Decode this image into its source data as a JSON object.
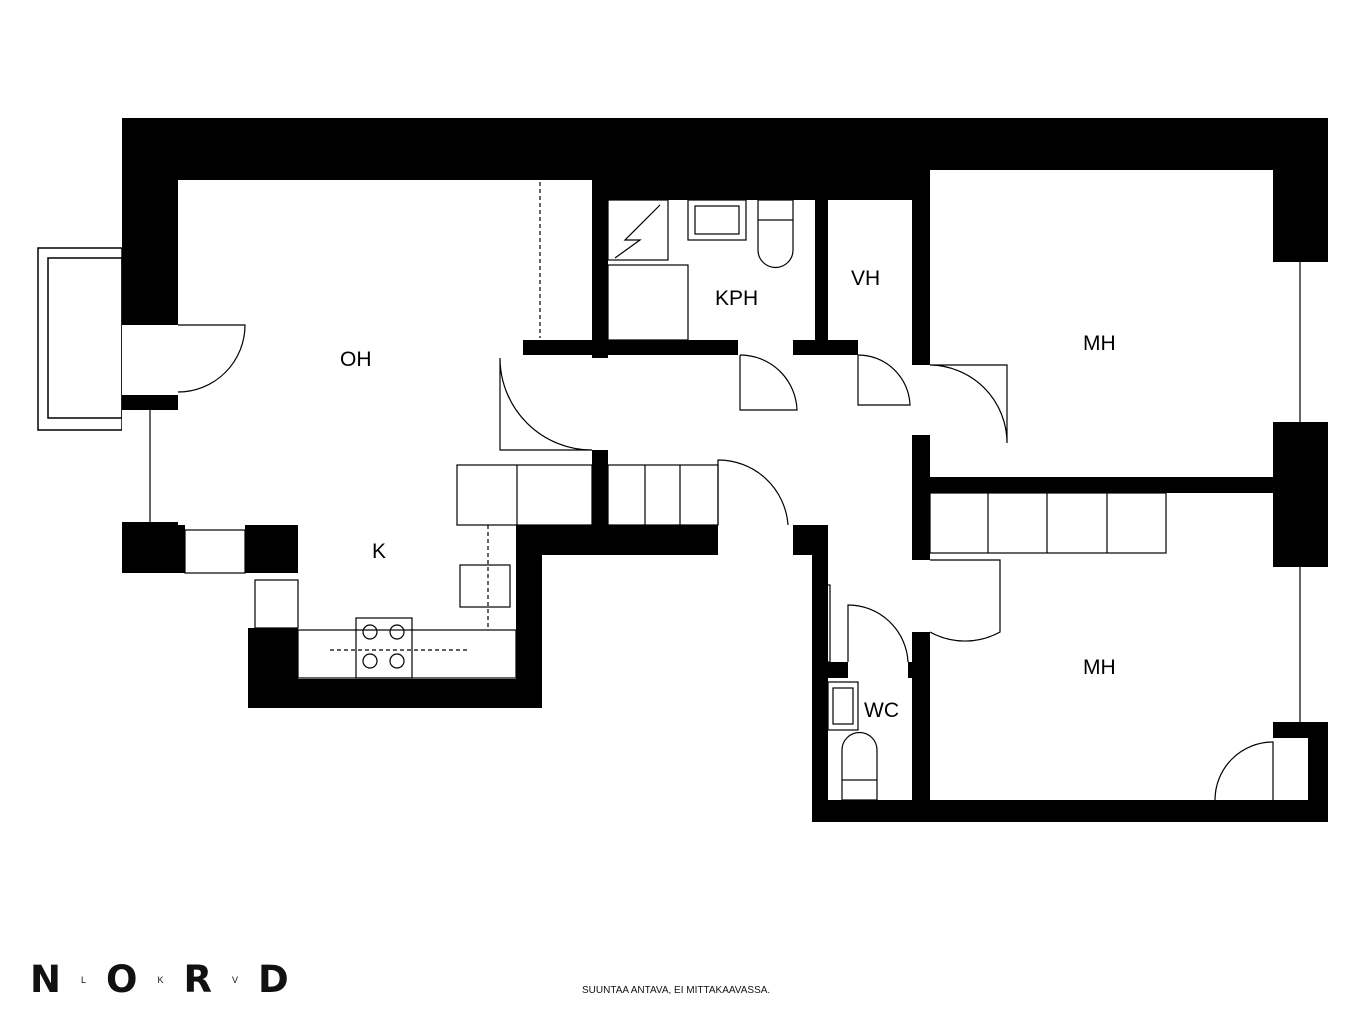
{
  "rooms": {
    "oh": "OH",
    "k": "K",
    "kph": "KPH",
    "vh": "VH",
    "mh1": "MH",
    "mh2": "MH",
    "wc": "WC"
  },
  "logo": {
    "letters": [
      "N",
      "L",
      "O",
      "K",
      "R",
      "V",
      "D"
    ]
  },
  "footer_note": "SUUNTAA ANTAVA, EI MITTAKAAVASSA."
}
